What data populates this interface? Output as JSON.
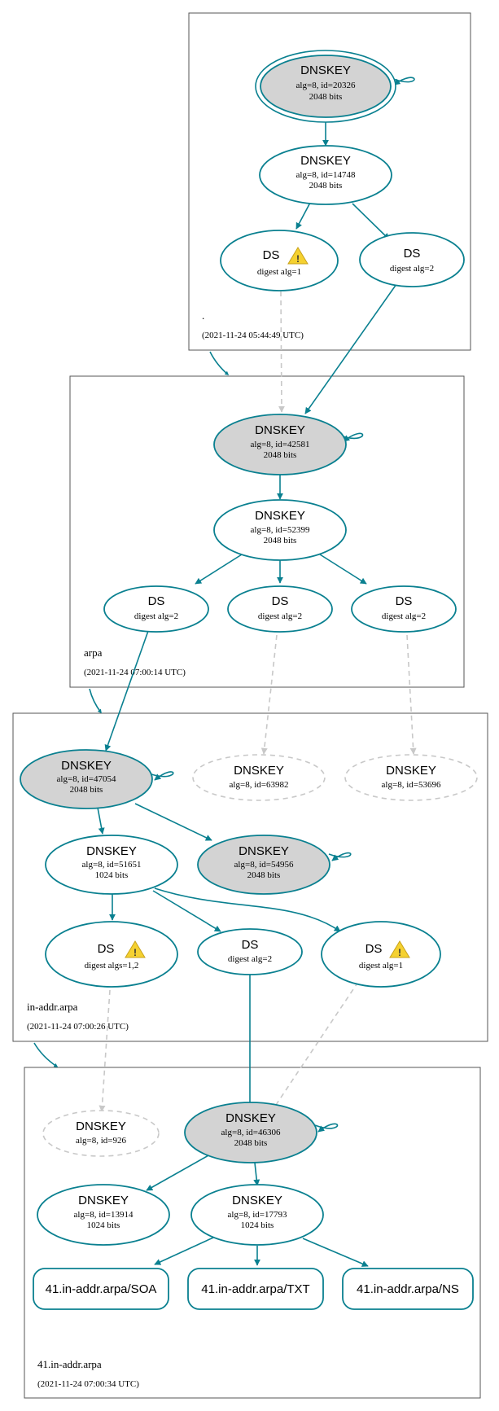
{
  "zones": [
    {
      "id": "root",
      "name": ".",
      "timestamp": "(2021-11-24 05:44:49 UTC)"
    },
    {
      "id": "arpa",
      "name": "arpa",
      "timestamp": "(2021-11-24 07:00:14 UTC)"
    },
    {
      "id": "inaddr",
      "name": "in-addr.arpa",
      "timestamp": "(2021-11-24 07:00:26 UTC)"
    },
    {
      "id": "41",
      "name": "41.in-addr.arpa",
      "timestamp": "(2021-11-24 07:00:34 UTC)"
    }
  ],
  "nodes": {
    "root_ksk": {
      "title": "DNSKEY",
      "line1": "alg=8, id=20326",
      "line2": "2048 bits"
    },
    "root_zsk": {
      "title": "DNSKEY",
      "line1": "alg=8, id=14748",
      "line2": "2048 bits"
    },
    "root_ds1": {
      "title": "DS",
      "line1": "digest alg=1",
      "warning": true
    },
    "root_ds2": {
      "title": "DS",
      "line1": "digest alg=2"
    },
    "arpa_ksk": {
      "title": "DNSKEY",
      "line1": "alg=8, id=42581",
      "line2": "2048 bits"
    },
    "arpa_zsk": {
      "title": "DNSKEY",
      "line1": "alg=8, id=52399",
      "line2": "2048 bits"
    },
    "arpa_ds1": {
      "title": "DS",
      "line1": "digest alg=2"
    },
    "arpa_ds2": {
      "title": "DS",
      "line1": "digest alg=2"
    },
    "arpa_ds3": {
      "title": "DS",
      "line1": "digest alg=2"
    },
    "ia_ksk": {
      "title": "DNSKEY",
      "line1": "alg=8, id=47054",
      "line2": "2048 bits"
    },
    "ia_miss1": {
      "title": "DNSKEY",
      "line1": "alg=8, id=63982"
    },
    "ia_miss2": {
      "title": "DNSKEY",
      "line1": "alg=8, id=53696"
    },
    "ia_zsk": {
      "title": "DNSKEY",
      "line1": "alg=8, id=51651",
      "line2": "1024 bits"
    },
    "ia_key2": {
      "title": "DNSKEY",
      "line1": "alg=8, id=54956",
      "line2": "2048 bits"
    },
    "ia_ds1": {
      "title": "DS",
      "line1": "digest algs=1,2",
      "warning": true
    },
    "ia_ds2": {
      "title": "DS",
      "line1": "digest alg=2"
    },
    "ia_ds3": {
      "title": "DS",
      "line1": "digest alg=1",
      "warning": true
    },
    "z41_miss": {
      "title": "DNSKEY",
      "line1": "alg=8, id=926"
    },
    "z41_ksk": {
      "title": "DNSKEY",
      "line1": "alg=8, id=46306",
      "line2": "2048 bits"
    },
    "z41_k1": {
      "title": "DNSKEY",
      "line1": "alg=8, id=13914",
      "line2": "1024 bits"
    },
    "z41_k2": {
      "title": "DNSKEY",
      "line1": "alg=8, id=17793",
      "line2": "1024 bits"
    },
    "rr_soa": {
      "title": "41.in-addr.arpa/SOA"
    },
    "rr_txt": {
      "title": "41.in-addr.arpa/TXT"
    },
    "rr_ns": {
      "title": "41.in-addr.arpa/NS"
    }
  },
  "colors": {
    "secure": "#0a8090",
    "missing": "#c8c8c8",
    "key_fill": "#d3d3d3",
    "warning": "#f5d130"
  },
  "icons": {
    "warning": "warning-triangle-icon"
  }
}
